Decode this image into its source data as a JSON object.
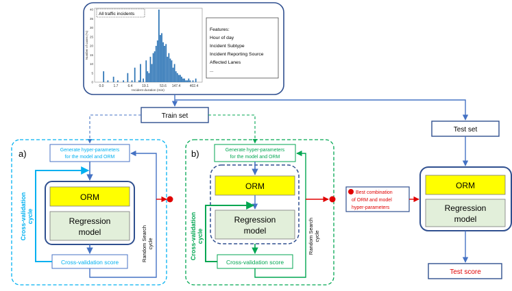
{
  "histogram": {
    "legend_label": "All traffic incidents",
    "y_axis_label": "Number of cases (%)",
    "x_axis_label": "Incident duration (min)",
    "y_ticks": [
      "40",
      "35",
      "30",
      "25",
      "20",
      "15",
      "10",
      "5",
      "0"
    ],
    "x_ticks": [
      "0.0",
      "1.7",
      "6.4",
      "19.1",
      "53.6",
      "147.4",
      "402.4"
    ],
    "bar_values": [
      0,
      0,
      0,
      0,
      6,
      0,
      0,
      1,
      0,
      0,
      0,
      3,
      0,
      0,
      1,
      0,
      0,
      0,
      1,
      0,
      0,
      5,
      0,
      0,
      1,
      0,
      8,
      0,
      0,
      1,
      10,
      0,
      2,
      0,
      12,
      6,
      5,
      14,
      10,
      16,
      17,
      20,
      23,
      40,
      26,
      27,
      22,
      20,
      21,
      14,
      16,
      13,
      12,
      8,
      10,
      6,
      5,
      4,
      4,
      3,
      2,
      2,
      1,
      1,
      2,
      1,
      0,
      1,
      0,
      2,
      0,
      0
    ]
  },
  "features": {
    "title": "Features:",
    "items": [
      "Hour of day",
      "Incident Subtype",
      "Incident Reporting Source",
      "Affected Lanes",
      "..."
    ]
  },
  "train_set": "Train set",
  "test_set": "Test set",
  "panel_a": {
    "label": "a)",
    "gen_line1": "Generate hyper-parameters",
    "gen_line2": "for the model and ORM",
    "orm": "ORM",
    "reg_line1": "Regression",
    "reg_line2": "model",
    "cv_score": "Cross-validation score",
    "cv_cycle_line1": "Cross-validation",
    "cv_cycle_line2": "cycle",
    "rs_cycle_line1": "Random Search",
    "rs_cycle_line2": "cycle"
  },
  "panel_b": {
    "label": "b)",
    "gen_line1": "Generate hyper-parameters",
    "gen_line2": "for the model and ORM",
    "orm": "ORM",
    "reg_line1": "Regression",
    "reg_line2": "model",
    "cv_score": "Cross-validation score",
    "cv_cycle_line1": "Cross-validation",
    "cv_cycle_line2": "cycle",
    "rs_cycle_line1": "Random Search",
    "rs_cycle_line2": "cycle"
  },
  "best_combo": {
    "line1": "Best combination",
    "line2": "of ORM and model",
    "line3": "hyper-parameters"
  },
  "final": {
    "orm": "ORM",
    "reg_line1": "Regression",
    "reg_line2": "model",
    "test_score": "Test score"
  },
  "colors": {
    "dark_blue": "#2f4f8f",
    "mid_blue": "#4472c4",
    "cyan": "#00b0f0",
    "green": "#00a651",
    "red": "#e00000",
    "orm_fill": "#ffff00",
    "reg_fill": "#e2efda",
    "bar_fill": "#2e75b6"
  }
}
